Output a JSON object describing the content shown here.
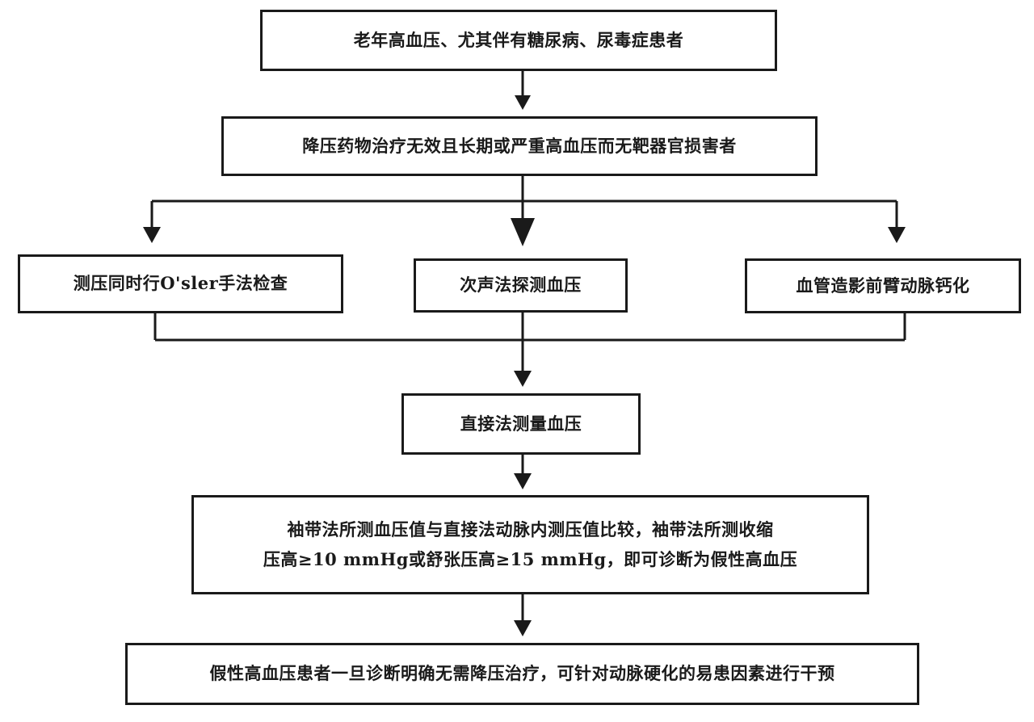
{
  "flowchart": {
    "step_1": "老年高血压、尤其伴有糖尿病、尿毒症患者",
    "step_2": "降压药物治疗无效且长期或严重高血压而无靶器官损害者",
    "branches": {
      "left": "测压同时行O'sler手法检查",
      "center": "次声法探测血压",
      "right": "血管造影前臂动脉钙化"
    },
    "step_3": "直接法测量血压",
    "step_4": {
      "line_1": "袖带法所测血压值与直接法动脉内测压值比较，袖带法所测收缩",
      "line_2": "压高≥10 mmHg或舒张压高≥15 mmHg，即可诊断为假性高血压"
    },
    "step_5": "假性高血压患者一旦诊断明确无需降压治疗，可针对动脉硬化的易患因素进行干预"
  },
  "colors": {
    "line": "#1a1a1a",
    "box_border": "#1a1a1a",
    "background": "#ffffff"
  }
}
